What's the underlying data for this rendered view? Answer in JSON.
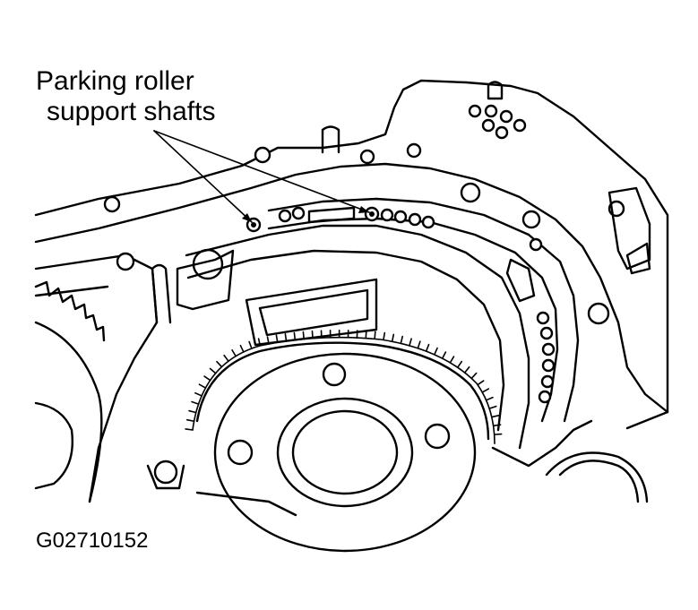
{
  "callout": {
    "line1": "Parking roller",
    "line2": "support shafts"
  },
  "figure_code": "G02710152"
}
